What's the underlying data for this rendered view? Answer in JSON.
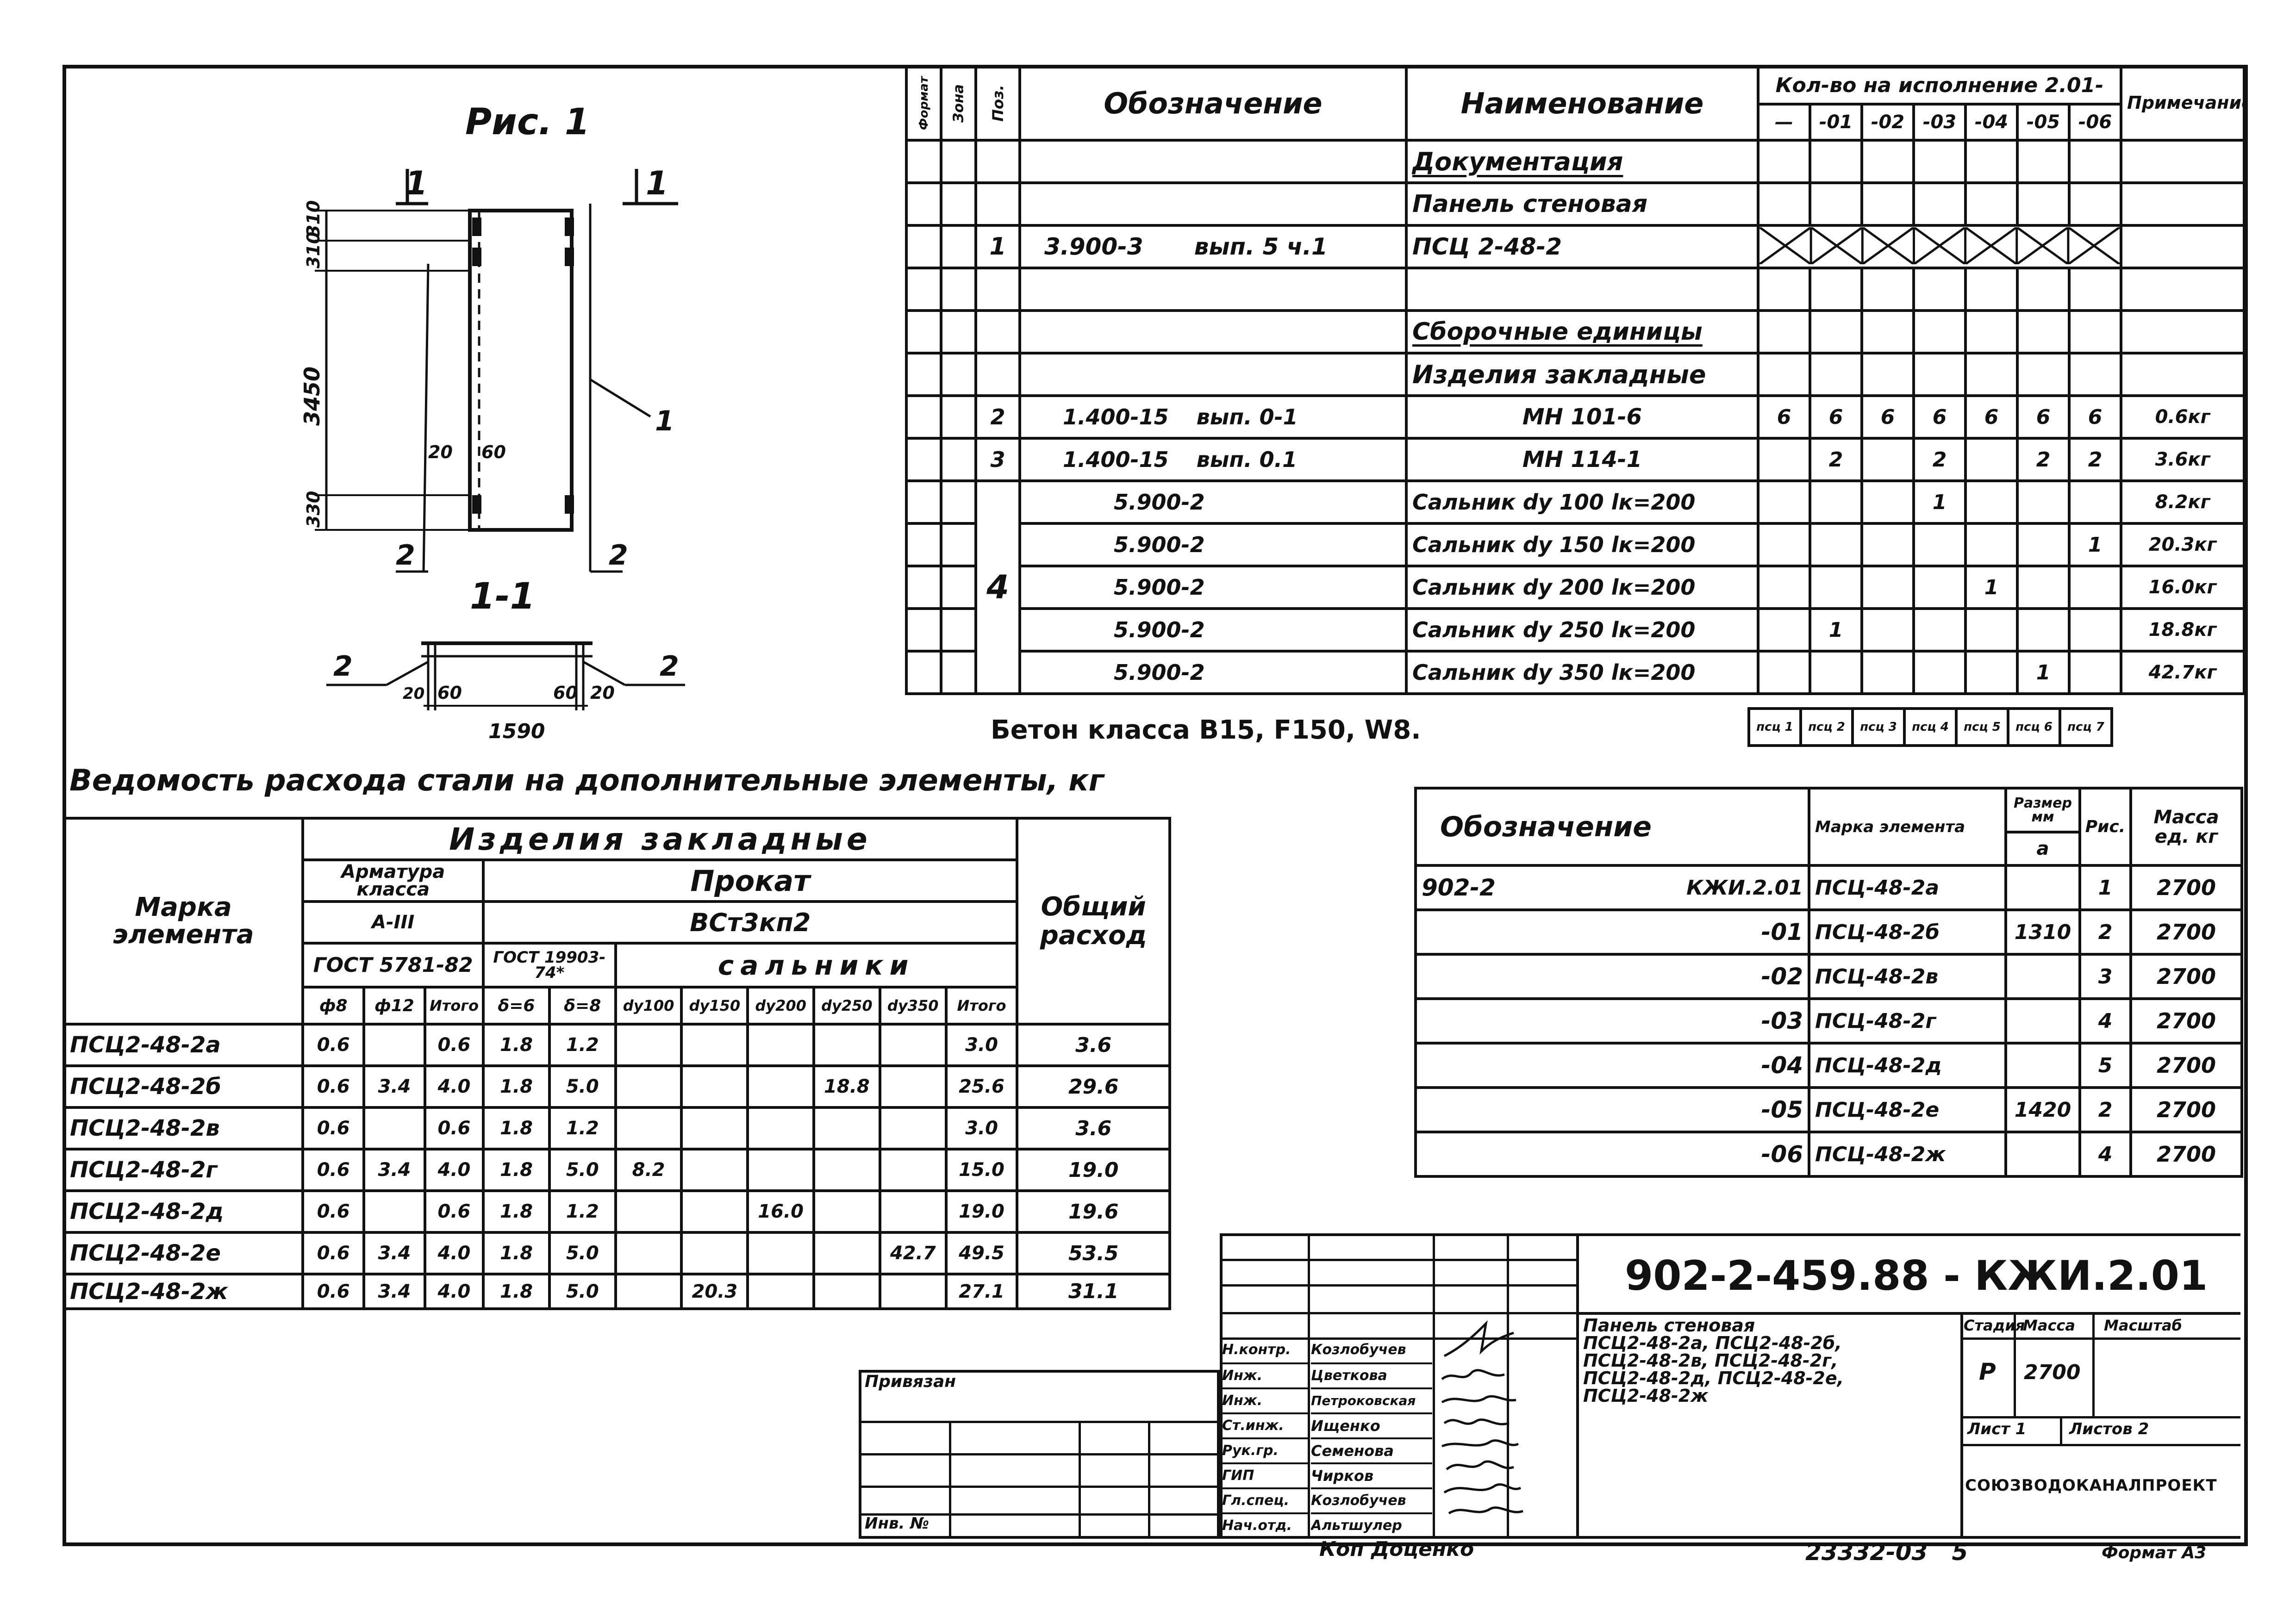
{
  "figure": {
    "title": "Рис. 1",
    "section_mark": "1-1",
    "cut_label_a": "1",
    "cut_label_b": "1",
    "leader_1": "1",
    "leader_2a": "2",
    "leader_2b": "2",
    "dim_top_a": "310",
    "dim_top_b": "310",
    "dim_height": "3450",
    "dim_bottom": "330",
    "dim_inner_20": "20",
    "dim_inner_60": "60",
    "sec_20a": "20",
    "sec_60a": "60",
    "sec_60b": "60",
    "sec_20b": "20",
    "sec_width": "1590",
    "sec_2a": "2",
    "sec_2b": "2"
  },
  "concrete_note": "Бетон класса В15, F150, W8.",
  "spec": {
    "headers": {
      "format": "Формат",
      "zone": "Зона",
      "pos": "Поз.",
      "designation": "Обозначение",
      "name": "Наименование",
      "qty_group": "Кол-во на исполнение 2.01-",
      "note": "Примечание"
    },
    "variants": [
      "—",
      "-01",
      "-02",
      "-03",
      "-04",
      "-05",
      "-06"
    ],
    "sec_documentation": "Документация",
    "panel_label": "Панель стеновая",
    "row1": {
      "pos": "1",
      "desig": "3.900-3",
      "issue": "вып. 5 ч.1",
      "name": "ПСЦ 2-48-2"
    },
    "sec_assembly": "Сборочные единицы",
    "sec_embedded": "Изделия закладные",
    "items": [
      {
        "pos": "2",
        "desig": "1.400-15",
        "issue": "вып. 0-1",
        "name": "МН 101-6",
        "q": [
          "6",
          "6",
          "6",
          "6",
          "6",
          "6",
          "6"
        ],
        "note": "0.6кг"
      },
      {
        "pos": "3",
        "desig": "1.400-15",
        "issue": "вып. 0.1",
        "name": "МН 114-1",
        "q": [
          "",
          "2",
          "",
          "2",
          "",
          "2",
          "2"
        ],
        "note": "3.6кг"
      },
      {
        "pos": "4",
        "desig": "5.900-2",
        "issue": "",
        "name": "Сальник dy 100 lк=200",
        "q": [
          "",
          "",
          "",
          "1",
          "",
          "",
          ""
        ],
        "note": "8.2кг"
      },
      {
        "pos": "",
        "desig": "5.900-2",
        "issue": "",
        "name": "Сальник dy 150 lк=200",
        "q": [
          "",
          "",
          "",
          "",
          "",
          "",
          "1"
        ],
        "note": "20.3кг"
      },
      {
        "pos": "",
        "desig": "5.900-2",
        "issue": "",
        "name": "Сальник dy 200 lк=200",
        "q": [
          "",
          "",
          "",
          "",
          "1",
          "",
          ""
        ],
        "note": "16.0кг"
      },
      {
        "pos": "",
        "desig": "5.900-2",
        "issue": "",
        "name": "Сальник dy 250 lк=200",
        "q": [
          "",
          "1",
          "",
          "",
          "",
          "",
          ""
        ],
        "note": "18.8кг"
      },
      {
        "pos": "",
        "desig": "5.900-2",
        "issue": "",
        "name": "Сальник dy 350 lк=200",
        "q": [
          "",
          "",
          "",
          "",
          "",
          "1",
          ""
        ],
        "note": "42.7кг"
      }
    ],
    "bottom_labels": [
      "псц 1",
      "псц 2",
      "псц 3",
      "псц 4",
      "псц 5",
      "псц 6",
      "псц 7"
    ]
  },
  "steel": {
    "title": "Ведомость расхода стали на дополнительные элементы, кг",
    "col_mark": "Марка элемента",
    "embedded": "Изделия закладные",
    "rebar": "Арматура класса",
    "rebar_class": "А-III",
    "rolled": "Прокат",
    "steel_grade": "ВСт3кп2",
    "gost1": "ГОСТ 5781-82",
    "gost2": "ГОСТ 19903-74*",
    "glands": "сальники",
    "total": "Общий расход",
    "cols": [
      "ф8",
      "ф12",
      "Итого",
      "δ=6",
      "δ=8",
      "dy100",
      "dy150",
      "dy200",
      "dy250",
      "dy350",
      "Итого"
    ],
    "rows": [
      {
        "mark": "ПСЦ2-48-2а",
        "v": [
          "0.6",
          "",
          "0.6",
          "1.8",
          "1.2",
          "",
          "",
          "",
          "",
          "",
          "3.0"
        ],
        "total": "3.6"
      },
      {
        "mark": "ПСЦ2-48-2б",
        "v": [
          "0.6",
          "3.4",
          "4.0",
          "1.8",
          "5.0",
          "",
          "",
          "",
          "18.8",
          "",
          "25.6"
        ],
        "total": "29.6"
      },
      {
        "mark": "ПСЦ2-48-2в",
        "v": [
          "0.6",
          "",
          "0.6",
          "1.8",
          "1.2",
          "",
          "",
          "",
          "",
          "",
          "3.0"
        ],
        "total": "3.6"
      },
      {
        "mark": "ПСЦ2-48-2г",
        "v": [
          "0.6",
          "3.4",
          "4.0",
          "1.8",
          "5.0",
          "8.2",
          "",
          "",
          "",
          "",
          "15.0"
        ],
        "total": "19.0"
      },
      {
        "mark": "ПСЦ2-48-2д",
        "v": [
          "0.6",
          "",
          "0.6",
          "1.8",
          "1.2",
          "",
          "",
          "16.0",
          "",
          "",
          "19.0"
        ],
        "total": "19.6"
      },
      {
        "mark": "ПСЦ2-48-2е",
        "v": [
          "0.6",
          "3.4",
          "4.0",
          "1.8",
          "5.0",
          "",
          "",
          "",
          "",
          "42.7",
          "49.5"
        ],
        "total": "53.5"
      },
      {
        "mark": "ПСЦ2-48-2ж",
        "v": [
          "0.6",
          "3.4",
          "4.0",
          "1.8",
          "5.0",
          "",
          "20.3",
          "",
          "",
          "",
          "27.1"
        ],
        "total": "31.1"
      }
    ]
  },
  "elements": {
    "headers": {
      "desig": "Обозначение",
      "mark": "Марка элемента",
      "size": "Размер мм",
      "size_sub": "а",
      "fig": "Рис.",
      "mass": "Масса ед. кг"
    },
    "rows": [
      {
        "d1": "902-2",
        "d2": "КЖИ.2.01",
        "mark": "ПСЦ-48-2а",
        "size": "",
        "fig": "1",
        "mass": "2700"
      },
      {
        "d1": "",
        "d2": "-01",
        "mark": "ПСЦ-48-2б",
        "size": "1310",
        "fig": "2",
        "mass": "2700"
      },
      {
        "d1": "",
        "d2": "-02",
        "mark": "ПСЦ-48-2в",
        "size": "",
        "fig": "3",
        "mass": "2700"
      },
      {
        "d1": "",
        "d2": "-03",
        "mark": "ПСЦ-48-2г",
        "size": "",
        "fig": "4",
        "mass": "2700"
      },
      {
        "d1": "",
        "d2": "-04",
        "mark": "ПСЦ-48-2д",
        "size": "",
        "fig": "5",
        "mass": "2700"
      },
      {
        "d1": "",
        "d2": "-05",
        "mark": "ПСЦ-48-2е",
        "size": "1420",
        "fig": "2",
        "mass": "2700"
      },
      {
        "d1": "",
        "d2": "-06",
        "mark": "ПСЦ-48-2ж",
        "size": "",
        "fig": "4",
        "mass": "2700"
      }
    ]
  },
  "title_block": {
    "code": "902-2-459.88 - КЖИ.2.01",
    "roles": [
      "Н.контр.",
      "Инж.",
      "Инж.",
      "Ст.инж.",
      "Рук.гр.",
      "ГИП",
      "Гл.спец.",
      "Нач.отд."
    ],
    "names": [
      "Козлобучев",
      "Цветкова",
      "Петроковская",
      "Ищенко",
      "Семенова",
      "Чирков",
      "Козлобучев",
      "Альтшулер"
    ],
    "title_lines": [
      "Панель стеновая",
      "ПСЦ2-48-2а, ПСЦ2-48-2б,",
      "ПСЦ2-48-2в, ПСЦ2-48-2г,",
      "ПСЦ2-48-2д, ПСЦ2-48-2е,",
      "ПСЦ2-48-2ж"
    ],
    "stage_h": "Стадия",
    "mass_h": "Масса",
    "scale_h": "Масштаб",
    "stage": "Р",
    "mass": "2700",
    "sheet": "Лист 1",
    "sheets": "Листов 2",
    "org": "СОЮЗВОДОКАНАЛПРОЕКТ",
    "copied": "Коп Доценко",
    "bottom": "23332-03   5",
    "format": "Формат А3",
    "attached": "Привязан",
    "inv": "Инв. №"
  }
}
